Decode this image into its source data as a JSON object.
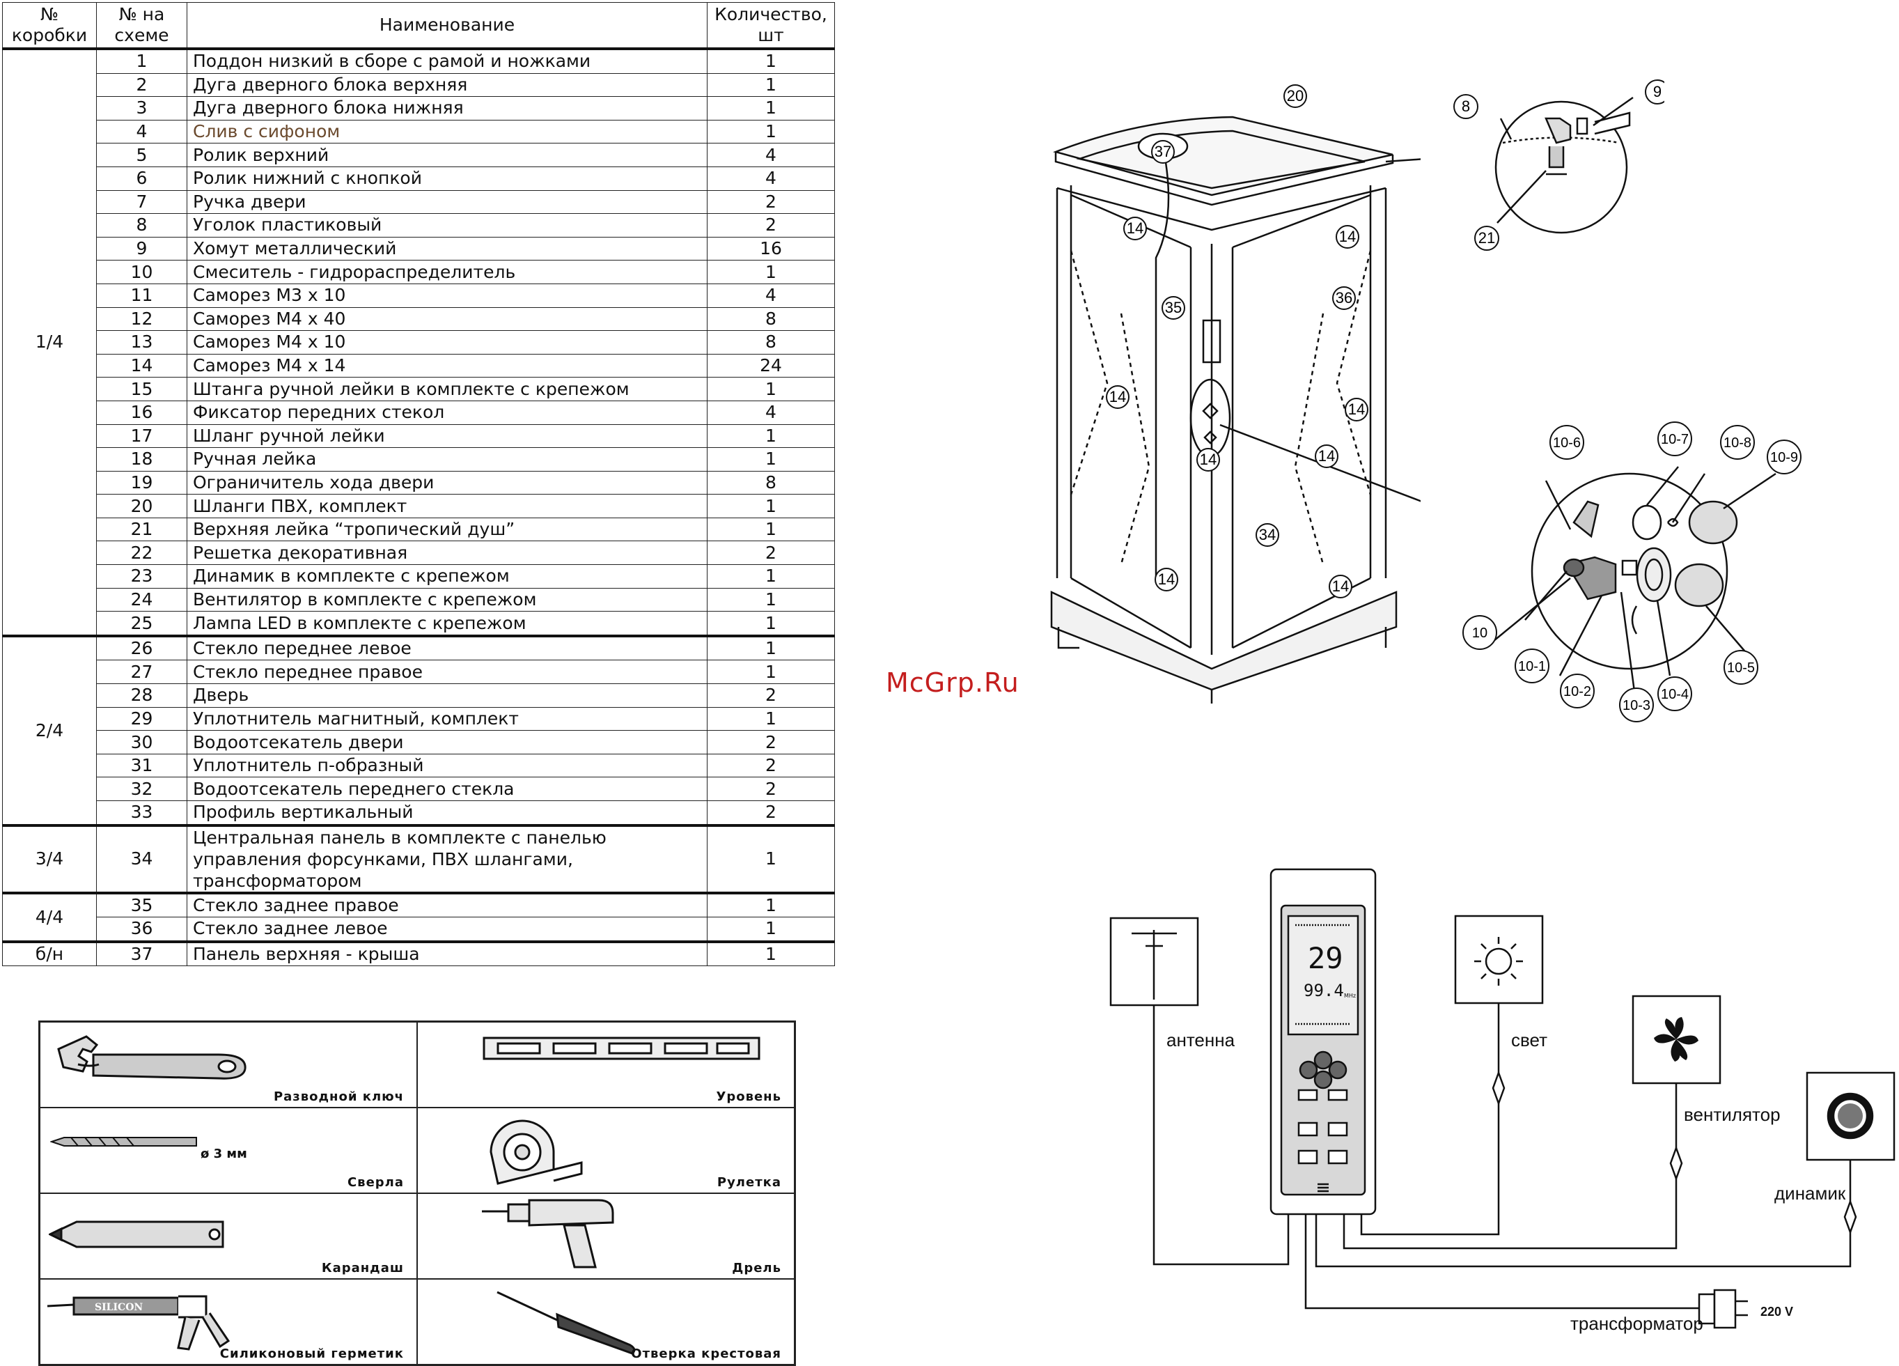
{
  "table": {
    "headers": [
      "№ коробки",
      "№ на схеме",
      "Наименование",
      "Количество, шт"
    ],
    "groups": [
      {
        "box": "1/4",
        "rows": [
          {
            "n": "1",
            "name": "Поддон низкий в сборе с рамой и ножками",
            "qty": "1"
          },
          {
            "n": "2",
            "name": "Дуга дверного блока верхняя",
            "qty": "1"
          },
          {
            "n": "3",
            "name": "Дуга дверного блока нижняя",
            "qty": "1"
          },
          {
            "n": "4",
            "name": "Слив с сифоном",
            "qty": "1"
          },
          {
            "n": "5",
            "name": "Ролик верхний",
            "qty": "4"
          },
          {
            "n": "6",
            "name": "Ролик нижний с кнопкой",
            "qty": "4"
          },
          {
            "n": "7",
            "name": "Ручка двери",
            "qty": "2"
          },
          {
            "n": "8",
            "name": "Уголок пластиковый",
            "qty": "2"
          },
          {
            "n": "9",
            "name": "Хомут металлический",
            "qty": "16"
          },
          {
            "n": "10",
            "name": "Смеситель - гидрораспределитель",
            "qty": "1"
          },
          {
            "n": "11",
            "name": "Саморез М3 х 10",
            "qty": "4"
          },
          {
            "n": "12",
            "name": "Саморез М4 х 40",
            "qty": "8"
          },
          {
            "n": "13",
            "name": "Саморез М4 х 10",
            "qty": "8"
          },
          {
            "n": "14",
            "name": "Саморез М4 х 14",
            "qty": "24"
          },
          {
            "n": "15",
            "name": "Штанга ручной лейки в комплекте с крепежом",
            "qty": "1"
          },
          {
            "n": "16",
            "name": "Фиксатор передних стекол",
            "qty": "4"
          },
          {
            "n": "17",
            "name": "Шланг ручной лейки",
            "qty": "1"
          },
          {
            "n": "18",
            "name": "Ручная лейка",
            "qty": "1"
          },
          {
            "n": "19",
            "name": "Ограничитель хода двери",
            "qty": "8"
          },
          {
            "n": "20",
            "name": "Шланги ПВХ, комплект",
            "qty": "1"
          },
          {
            "n": "21",
            "name": "Верхняя лейка “тропический душ”",
            "qty": "1"
          },
          {
            "n": "22",
            "name": "Решетка декоративная",
            "qty": "2"
          },
          {
            "n": "23",
            "name": "Динамик в комплекте с крепежом",
            "qty": "1"
          },
          {
            "n": "24",
            "name": "Вентилятор в комплекте с крепежом",
            "qty": "1"
          },
          {
            "n": "25",
            "name": "Лампа LED в комплекте с крепежом",
            "qty": "1"
          }
        ]
      },
      {
        "box": "2/4",
        "rows": [
          {
            "n": "26",
            "name": "Стекло переднее левое",
            "qty": "1"
          },
          {
            "n": "27",
            "name": "Стекло переднее правое",
            "qty": "1"
          },
          {
            "n": "28",
            "name": "Дверь",
            "qty": "2"
          },
          {
            "n": "29",
            "name": "Уплотнитель магнитный, комплект",
            "qty": "1"
          },
          {
            "n": "30",
            "name": "Водоотсекатель двери",
            "qty": "2"
          },
          {
            "n": "31",
            "name": "Уплотнитель п-образный",
            "qty": "2"
          },
          {
            "n": "32",
            "name": "Водоотсекатель переднего стекла",
            "qty": "2"
          },
          {
            "n": "33",
            "name": "Профиль вертикальный",
            "qty": "2"
          }
        ]
      },
      {
        "box": "3/4",
        "rows": [
          {
            "n": "34",
            "name": "Центральная панель в комплекте с панелью управления форсунками, ПВХ шлангами, трансформатором",
            "qty": "1"
          }
        ]
      },
      {
        "box": "4/4",
        "rows": [
          {
            "n": "35",
            "name": "Стекло заднее правое",
            "qty": "1"
          },
          {
            "n": "36",
            "name": "Стекло заднее левое",
            "qty": "1"
          }
        ]
      },
      {
        "box": "б/н",
        "rows": [
          {
            "n": "37",
            "name": "Панель верхняя - крыша",
            "qty": "1"
          }
        ]
      }
    ]
  },
  "tools": [
    {
      "label": "Разводной ключ",
      "icon": "adjustable-wrench-icon"
    },
    {
      "label": "Уровень",
      "icon": "spirit-level-icon"
    },
    {
      "label": "Сверла",
      "size": "ø 3 мм",
      "icon": "drill-bit-icon"
    },
    {
      "label": "Рулетка",
      "icon": "tape-measure-icon"
    },
    {
      "label": "Карандаш",
      "icon": "pencil-icon"
    },
    {
      "label": "Дрель",
      "icon": "power-drill-icon"
    },
    {
      "label": "Силиконовый герметик",
      "tube_text": "SILICON",
      "icon": "silicone-gun-icon"
    },
    {
      "label": "Отверка крестовая",
      "icon": "phillips-screwdriver-icon"
    }
  ],
  "watermark": "McGrp.Ru",
  "cabin_callouts": [
    "20",
    "37",
    "14",
    "14",
    "35",
    "36",
    "14",
    "14",
    "14",
    "14",
    "34",
    "14",
    "14"
  ],
  "detail_top_callouts": [
    "8",
    "9",
    "21"
  ],
  "detail_mixer_callouts": [
    "10-6",
    "10-7",
    "10-8",
    "10-9",
    "10",
    "10-1",
    "10-2",
    "10-3",
    "10-4",
    "10-5"
  ],
  "wiring": {
    "display_temp": "29",
    "display_freq": "99.4",
    "display_unit": "MHz",
    "antenna": "антенна",
    "light": "свет",
    "fan": "вентилятор",
    "speaker": "динамик",
    "transformer": "трансформатор",
    "voltage": "220 V"
  }
}
